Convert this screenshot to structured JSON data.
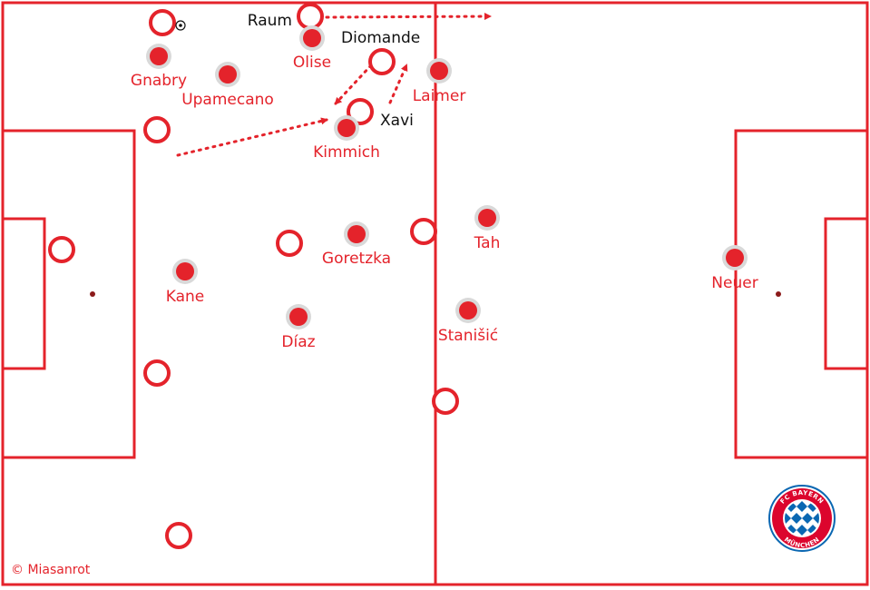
{
  "colors": {
    "bayern": "#e4232b",
    "halo": "#d9d9d9",
    "opponent_label": "#111111",
    "logo_blue": "#0a67b2"
  },
  "bayern_players": [
    {
      "name": "Gnabry",
      "label": "Gnabry"
    },
    {
      "name": "Upamecano",
      "label": "Upamecano"
    },
    {
      "name": "Olise",
      "label": "Olise"
    },
    {
      "name": "Laimer",
      "label": "Laimer"
    },
    {
      "name": "Kimmich",
      "label": "Kimmich"
    },
    {
      "name": "Goretzka",
      "label": "Goretzka"
    },
    {
      "name": "Tah",
      "label": "Tah"
    },
    {
      "name": "Kane",
      "label": "Kane"
    },
    {
      "name": "Diaz",
      "label": "Díaz"
    },
    {
      "name": "Stanisic",
      "label": "Stanišić"
    },
    {
      "name": "Neuer",
      "label": "Neuer"
    }
  ],
  "opponent_labels": {
    "raum": "Raum",
    "diomande": "Diomande",
    "xavi": "Xavi"
  },
  "logo": {
    "top_text": "FC BAYERN",
    "bottom_text": "MÜNCHEN"
  },
  "credit": "© Miasanrot"
}
